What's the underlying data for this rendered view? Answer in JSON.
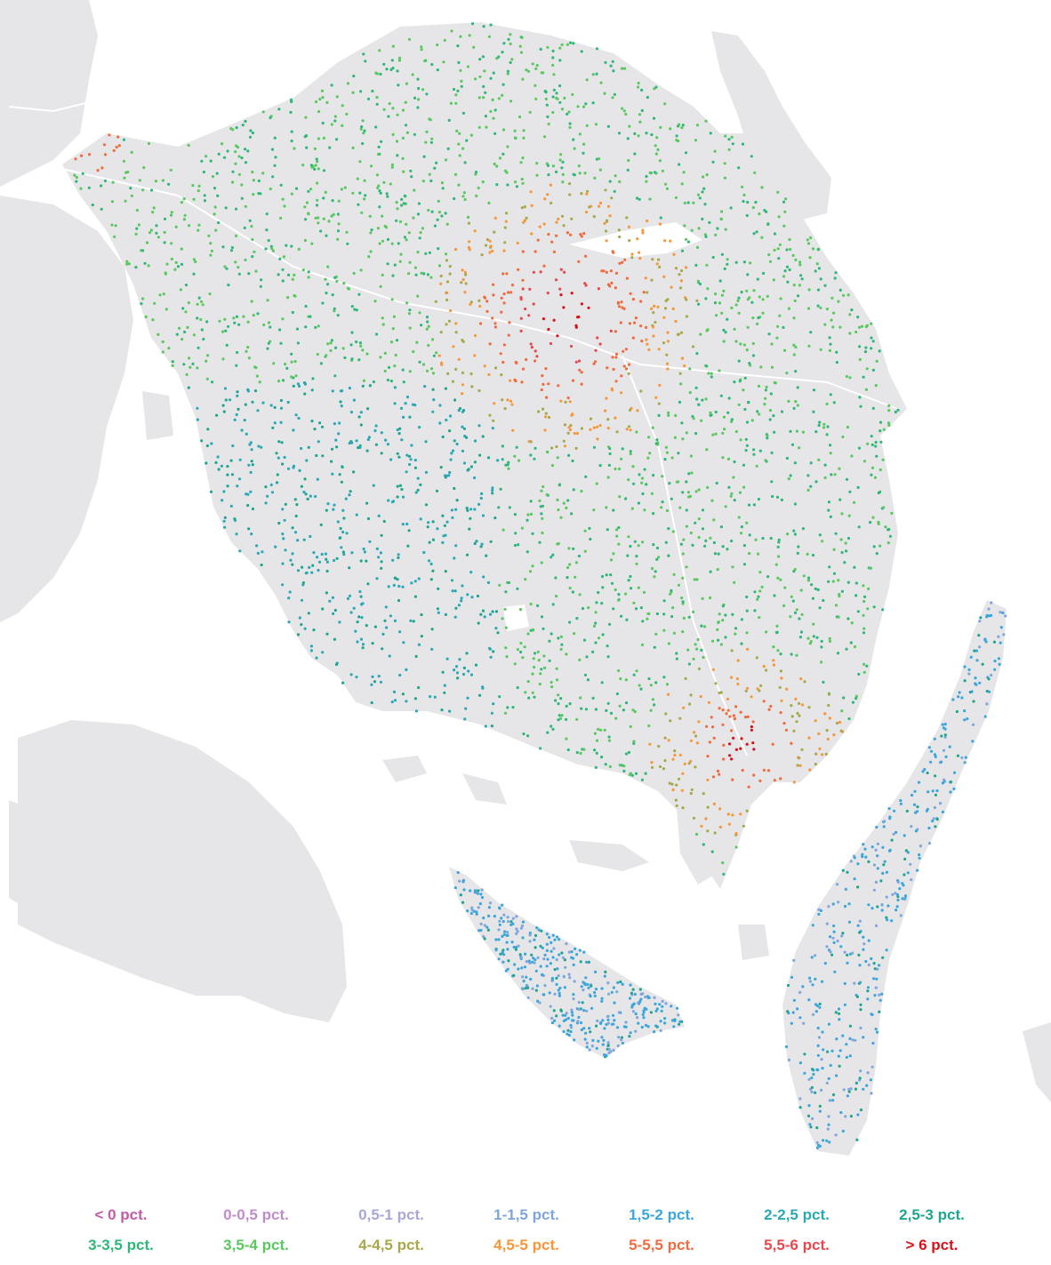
{
  "map": {
    "land_color": "#e6e6e8",
    "water_color": "#ffffff",
    "road_color": "#ffffff"
  },
  "legend": {
    "rows": [
      [
        {
          "label": "< 0 pct.",
          "color": "#c45aa8"
        },
        {
          "label": "0-0,5 pct.",
          "color": "#c08ccc"
        },
        {
          "label": "0,5-1 pct.",
          "color": "#a9a6d8"
        },
        {
          "label": "1-1,5 pct.",
          "color": "#7fa6dc"
        },
        {
          "label": "1,5-2 pct.",
          "color": "#3aa6db"
        },
        {
          "label": "2-2,5 pct.",
          "color": "#2aa9b5"
        },
        {
          "label": "2,5-3 pct.",
          "color": "#1fa58e"
        }
      ],
      [
        {
          "label": "3-3,5 pct.",
          "color": "#2fb77a"
        },
        {
          "label": "3,5-4 pct.",
          "color": "#5ac85f"
        },
        {
          "label": "4-4,5 pct.",
          "color": "#a8a84a"
        },
        {
          "label": "4,5-5 pct.",
          "color": "#f7963a"
        },
        {
          "label": "5-5,5 pct.",
          "color": "#f06b3e"
        },
        {
          "label": "5,5-6 pct.",
          "color": "#e7474f"
        },
        {
          "label": "> 6 pct.",
          "color": "#d8121b"
        }
      ]
    ]
  }
}
